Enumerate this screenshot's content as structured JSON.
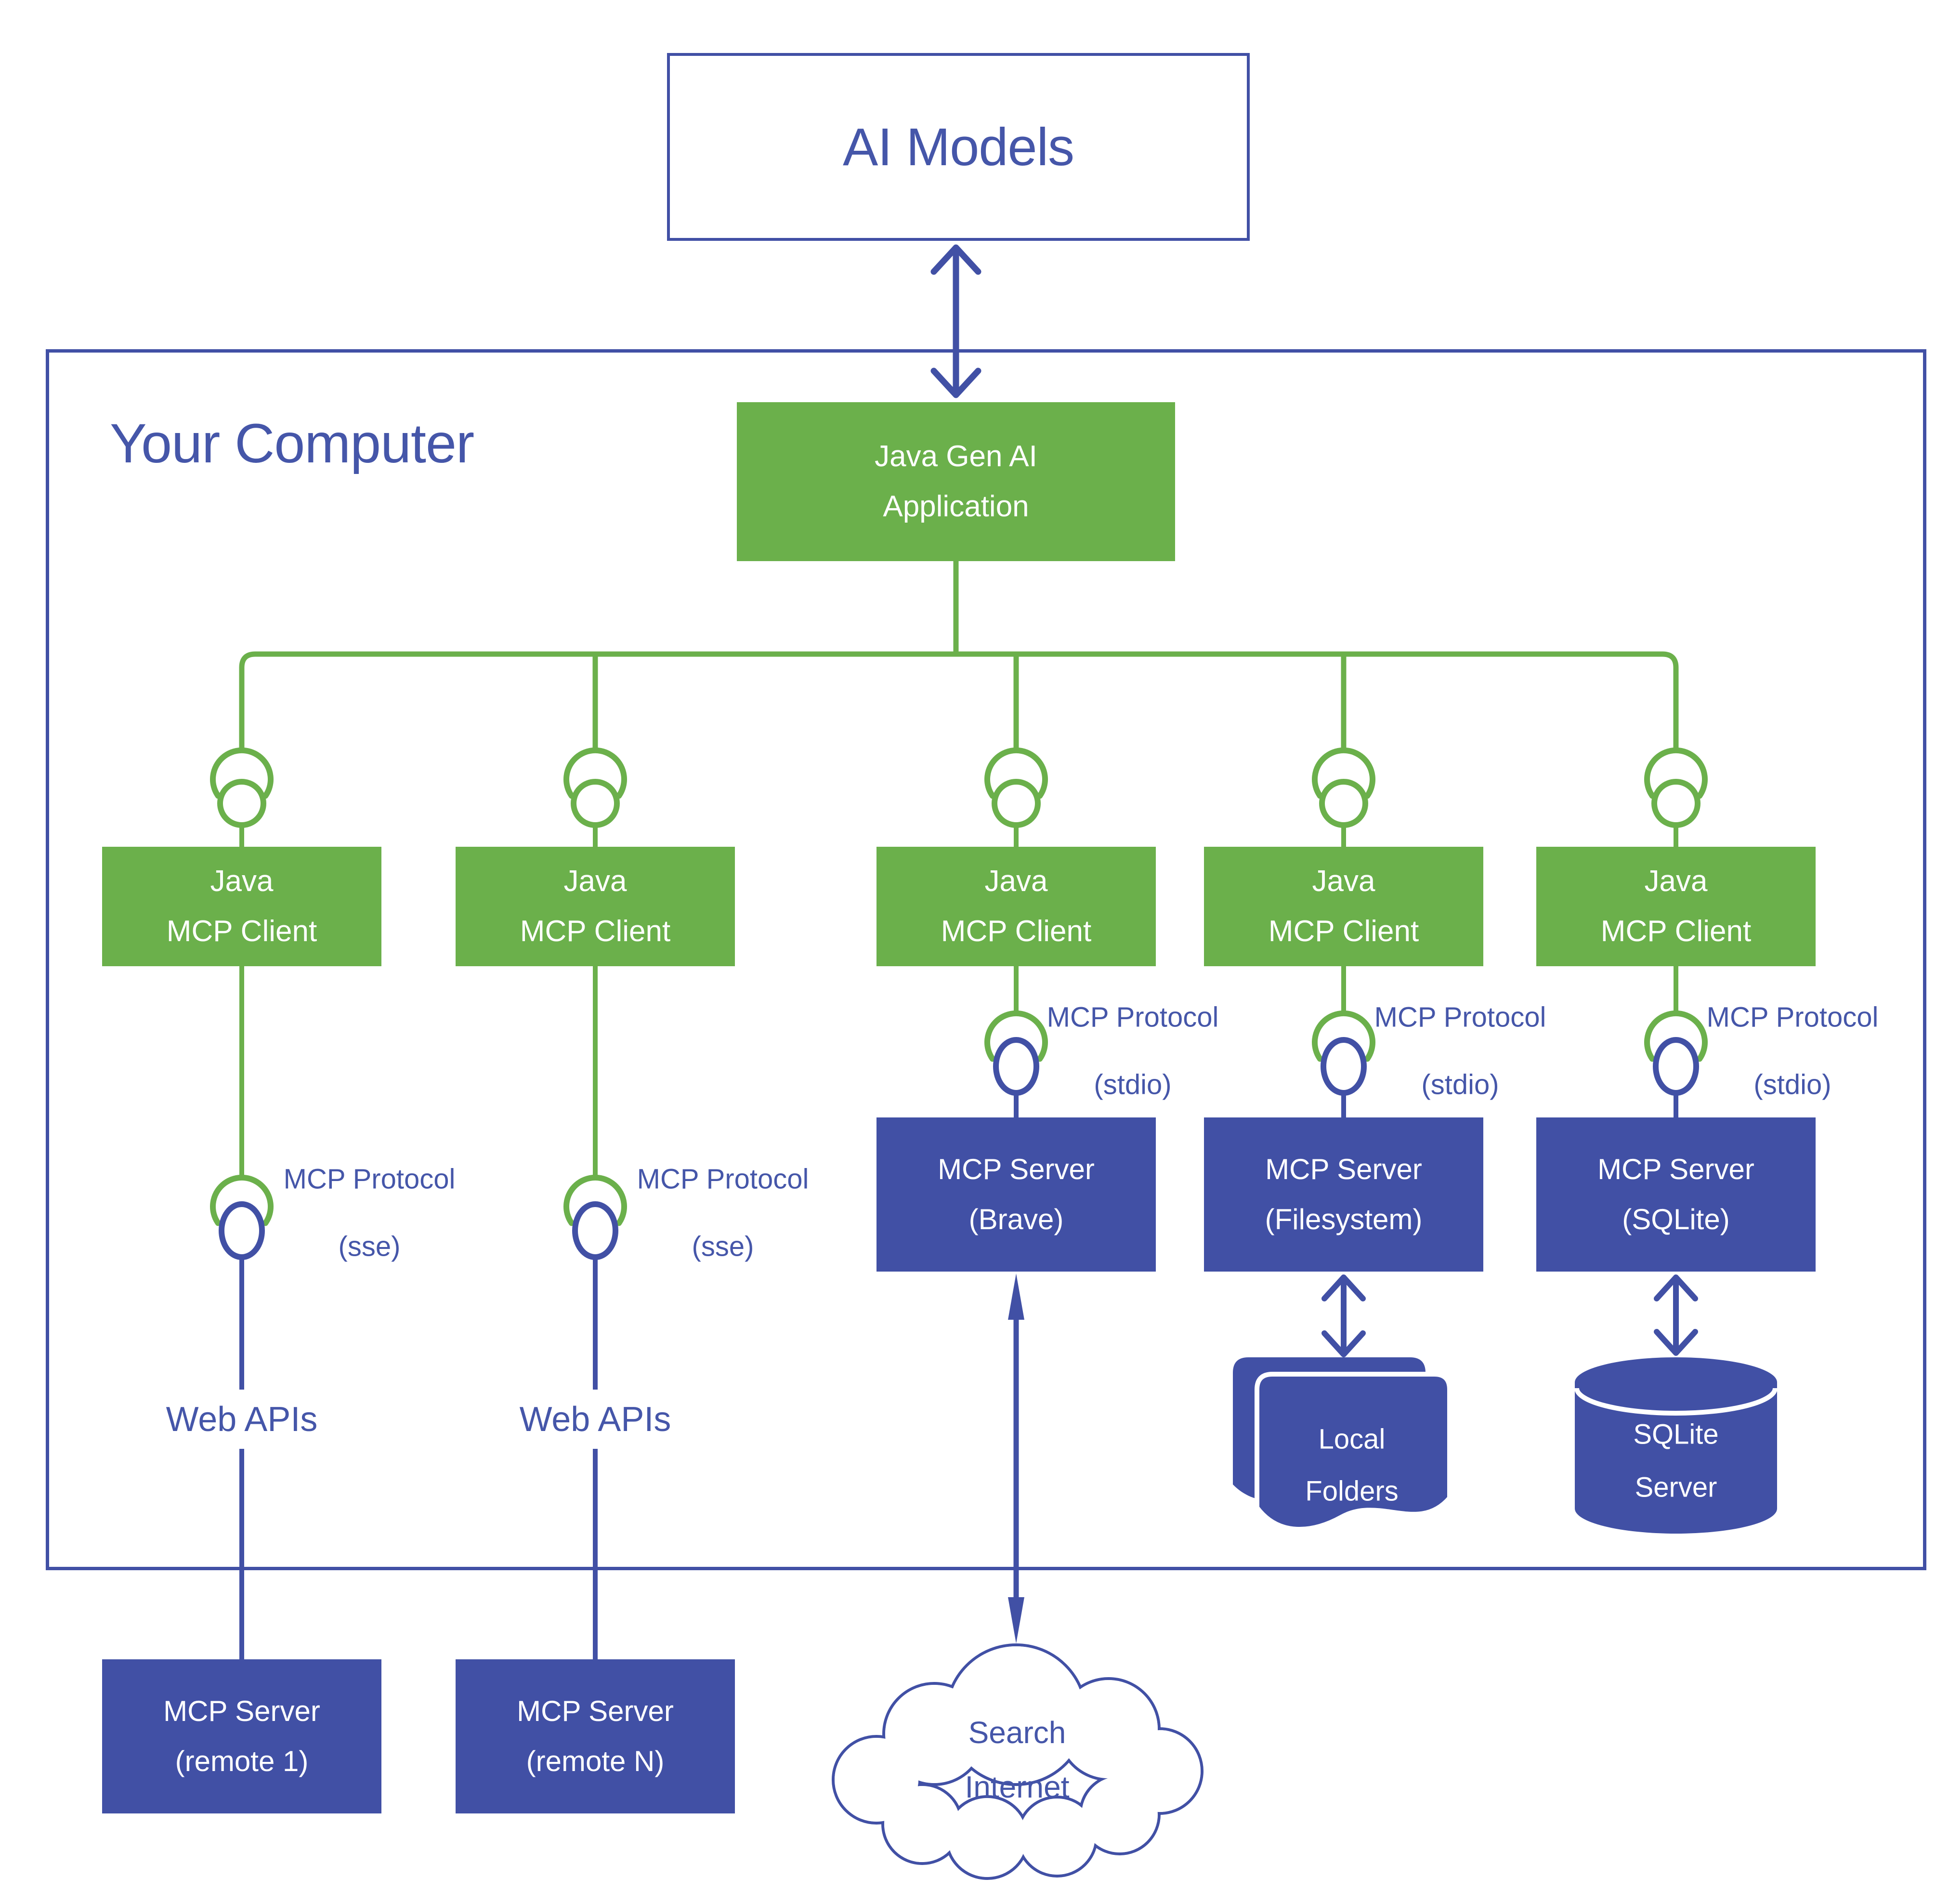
{
  "colors": {
    "green": "#6bb04b",
    "indigo": "#4150a5",
    "text_indigo": "#4556a9",
    "box_text": "#ffffff",
    "background": "#ffffff"
  },
  "ai_models": {
    "label": "AI Models"
  },
  "your_computer": {
    "label": "Your Computer"
  },
  "app": {
    "line1": "Java Gen AI",
    "line2": "Application"
  },
  "clients": [
    {
      "line1": "Java",
      "line2": "MCP Client"
    },
    {
      "line1": "Java",
      "line2": "MCP Client"
    },
    {
      "line1": "Java",
      "line2": "MCP Client"
    },
    {
      "line1": "Java",
      "line2": "MCP Client"
    },
    {
      "line1": "Java",
      "line2": "MCP Client"
    }
  ],
  "sse_labels": [
    {
      "line1": "MCP Protocol",
      "line2": "(sse)"
    },
    {
      "line1": "MCP Protocol",
      "line2": "(sse)"
    }
  ],
  "stdio_labels": [
    {
      "line1": "MCP Protocol",
      "line2": "(stdio)"
    },
    {
      "line1": "MCP Protocol",
      "line2": "(stdio)"
    },
    {
      "line1": "MCP Protocol",
      "line2": "(stdio)"
    }
  ],
  "web_apis": [
    {
      "label": "Web APIs"
    },
    {
      "label": "Web APIs"
    }
  ],
  "servers": [
    {
      "line1": "MCP Server",
      "line2": "(Brave)"
    },
    {
      "line1": "MCP Server",
      "line2": "(Filesystem)"
    },
    {
      "line1": "MCP Server",
      "line2": "(SQLite)"
    }
  ],
  "remote_servers": [
    {
      "line1": "MCP Server",
      "line2": "(remote 1)"
    },
    {
      "line1": "MCP Server",
      "line2": "(remote N)"
    }
  ],
  "local_folders": {
    "line1": "Local",
    "line2": "Folders"
  },
  "sqlite_server": {
    "line1": "SQLite",
    "line2": "Server"
  },
  "cloud": {
    "line1": "Search",
    "line2": "Internet"
  }
}
